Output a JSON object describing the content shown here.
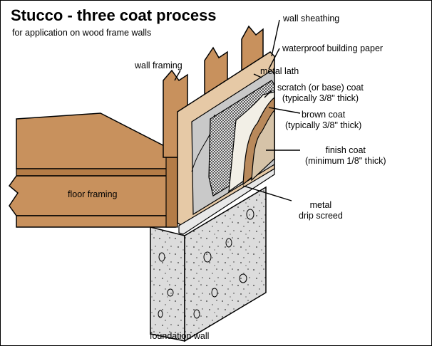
{
  "title": "Stucco - three coat process",
  "subtitle": "for application on wood frame walls",
  "labels": {
    "wall_sheathing": "wall sheathing",
    "building_paper": "waterproof building paper",
    "wall_framing": "wall framing",
    "metal_lath": "metal lath",
    "scratch_coat_1": "scratch (or base) coat",
    "scratch_coat_2": "(typically 3/8\" thick)",
    "brown_coat_1": "brown coat",
    "brown_coat_2": "(typically 3/8\" thick)",
    "finish_coat_1": "finish coat",
    "finish_coat_2": "(minimum 1/8\" thick)",
    "floor_framing": "floor framing",
    "drip_screed_1": "metal",
    "drip_screed_2": "drip screed",
    "foundation_wall": "foundation wall"
  },
  "colors": {
    "wood": "#c8915d",
    "wood_dark": "#a8723f",
    "concrete": "#d9d9d9",
    "sheathing": "#e6c9a6",
    "paper": "#c9c9c9",
    "scratch": "#f2efe6",
    "brown_coat": "#b9895b",
    "finish_coat": "#d6c3a8"
  }
}
